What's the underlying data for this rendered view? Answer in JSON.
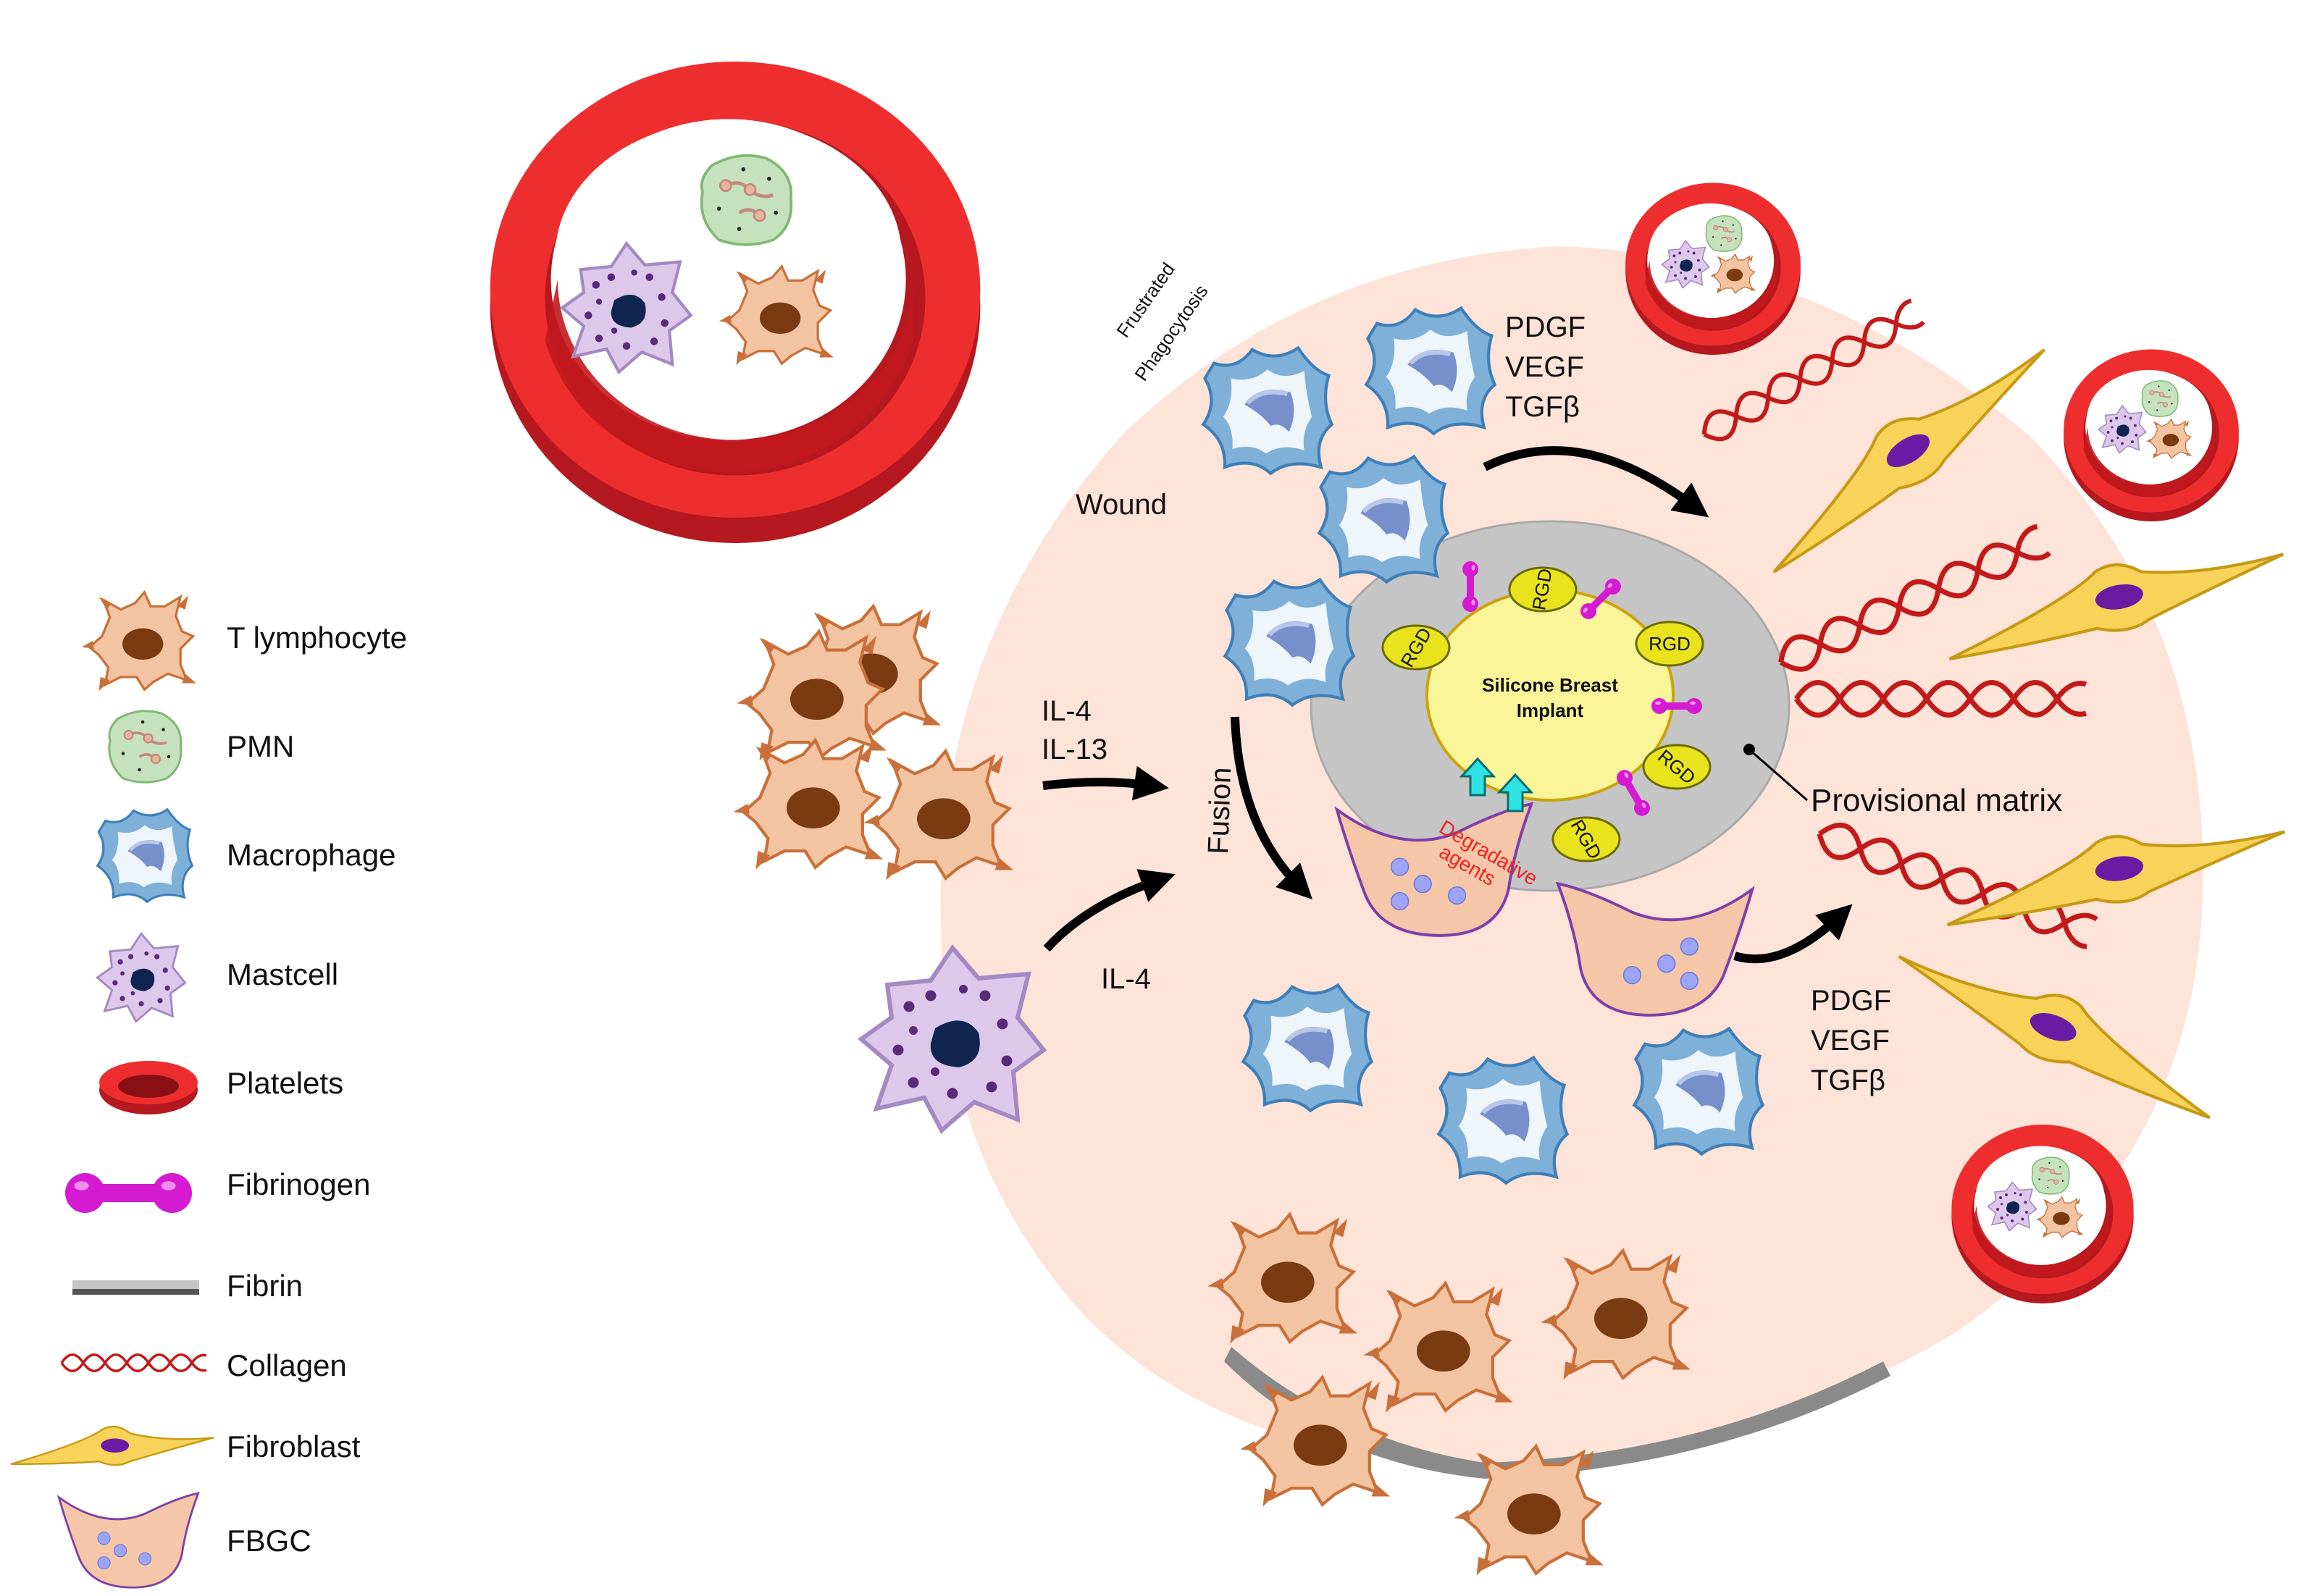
{
  "labels": {
    "wound": "Wound",
    "frustrated_line1": "Frustrated",
    "frustrated_line2": "Phagocytosis",
    "fusion": "Fusion",
    "il4_top": "IL-4",
    "il13": "IL-13",
    "il4_bottom": "IL-4",
    "provisional_matrix": "Provisional matrix",
    "implant_line1": "Silicone Breast",
    "implant_line2": "Implant",
    "degradative_line1": "Degradative",
    "degradative_line2": "agents",
    "rgd": "RGD",
    "growth_factors_top": [
      "PDGF",
      "VEGF",
      "TGFβ"
    ],
    "growth_factors_bottom": [
      "PDGF",
      "VEGF",
      "TGFβ"
    ]
  },
  "legend": [
    {
      "label": "T lymphocyte",
      "icon": "t-lymphocyte-icon"
    },
    {
      "label": "PMN",
      "icon": "pmn-icon"
    },
    {
      "label": "Macrophage",
      "icon": "macrophage-icon"
    },
    {
      "label": "Mastcell",
      "icon": "mastcell-icon"
    },
    {
      "label": "Platelets",
      "icon": "platelet-icon"
    },
    {
      "label": "Fibrinogen",
      "icon": "fibrinogen-icon"
    },
    {
      "label": "Fibrin",
      "icon": "fibrin-icon"
    },
    {
      "label": "Collagen",
      "icon": "collagen-icon"
    },
    {
      "label": "Fibroblast",
      "icon": "fibroblast-icon"
    },
    {
      "label": "FBGC",
      "icon": "fbgc-icon"
    }
  ],
  "colors": {
    "wound_fill": "#fde3d8",
    "vessel_red": "#ee2e2e",
    "macrophage_blue": "#7fb0d8",
    "tcell_orange": "#f3c4a2",
    "mastcell_purple": "#ddc8ec",
    "pmn_green": "#c5e2bd",
    "fibrinogen_magenta": "#d51bd1",
    "collagen_red": "#c21a1a",
    "fibroblast_yellow": "#f8d35a",
    "rgd_yellow": "#e8e31c",
    "fibrin_gray": "#c5c5c5",
    "degradative_red": "#ee2222",
    "arrow_cyan": "#2fe3e3"
  }
}
